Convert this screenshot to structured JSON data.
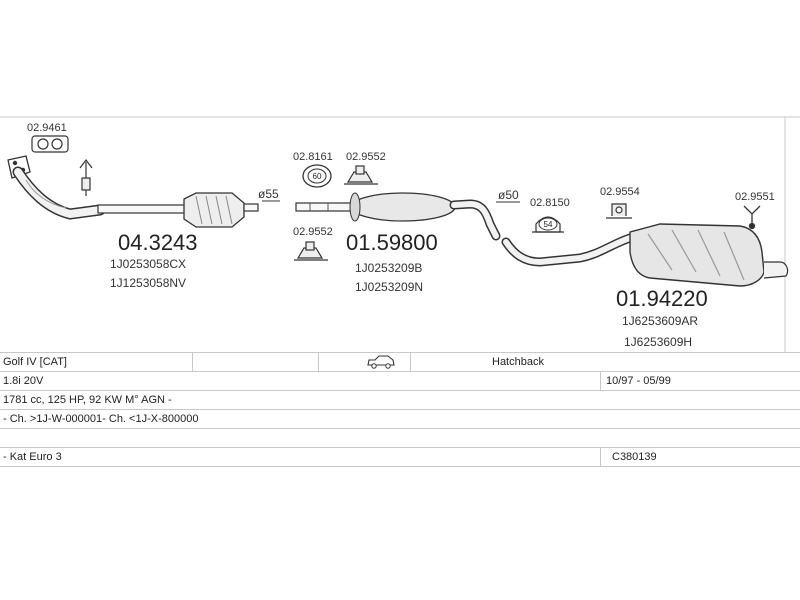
{
  "parts": {
    "gasket_front": {
      "number": "02.9461"
    },
    "front_section": {
      "number": "04.3243",
      "oem": [
        "1J0253058CX",
        "1J1253058NV"
      ],
      "diameter": "ø55"
    },
    "hanger_60": {
      "number": "02.8161",
      "label": "60"
    },
    "hanger_mid_top": {
      "number": "02.9552"
    },
    "hanger_mid_bottom": {
      "number": "02.9552"
    },
    "middle_silencer": {
      "number": "01.59800",
      "oem": [
        "1J0253209B",
        "1J0253209N"
      ],
      "diameter": "ø50"
    },
    "hanger_54": {
      "number": "02.8150",
      "label": "54"
    },
    "clamp_rear": {
      "number": "02.9554"
    },
    "bracket_rear": {
      "number": "02.9551"
    },
    "rear_silencer": {
      "number": "01.94220",
      "oem": [
        "1J6253609AR",
        "1J6253609H"
      ]
    }
  },
  "vehicle": {
    "model": "Golf IV  [CAT]",
    "body_type": "Hatchback",
    "engine": "1.8i 20V",
    "years": "10/97 - 05/99",
    "specs": "1781 cc, 125 HP, 92 KW M° AGN -",
    "chassis": "- Ch. >1J-W-000001- Ch. <1J-X-800000",
    "notes": "- Kat Euro 3",
    "system_code": "C380139"
  },
  "icons": [
    "car-icon",
    "gasket-icon",
    "hanger-icon",
    "clamp-icon",
    "bracket-icon",
    "sensor-icon"
  ]
}
